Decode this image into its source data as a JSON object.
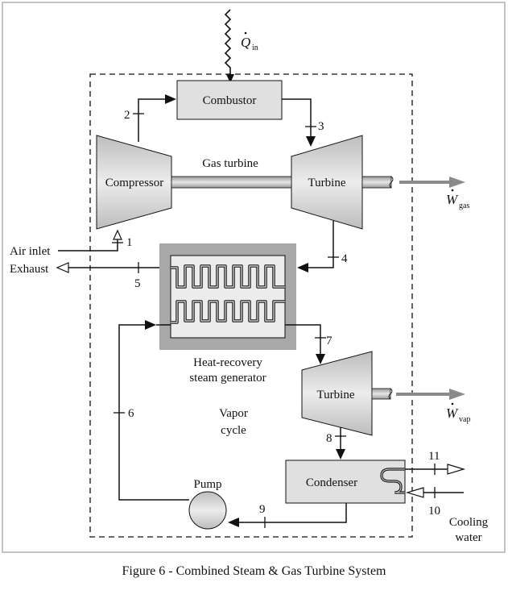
{
  "diagram": {
    "heat_in": {
      "symbol": "Q",
      "subscript": "in"
    },
    "combustor": "Combustor",
    "gas_turbine_label": "Gas turbine",
    "compressor": "Compressor",
    "gas_turbine": "Turbine",
    "work_gas": {
      "symbol": "W",
      "subscript": "gas"
    },
    "air_inlet": "Air inlet",
    "exhaust": "Exhaust",
    "hrsg": [
      "Heat-recovery",
      "steam generator"
    ],
    "steam_turbine": "Turbine",
    "work_vap": {
      "symbol": "W",
      "subscript": "vap"
    },
    "vapor_cycle": [
      "Vapor",
      "cycle"
    ],
    "condenser": "Condenser",
    "pump": "Pump",
    "cooling_water": [
      "Cooling",
      "water"
    ],
    "state_points": [
      "1",
      "2",
      "3",
      "4",
      "5",
      "6",
      "7",
      "8",
      "9",
      "10",
      "11"
    ]
  },
  "caption": "Figure 6 - Combined Steam & Gas Turbine System",
  "colors": {
    "box_fill": "#e0e0e0",
    "hrsg_frame": "#a8a8a8",
    "machine_fill": "#d4d4d4",
    "work_arrow": "#8a8a8a",
    "line": "#111111"
  }
}
